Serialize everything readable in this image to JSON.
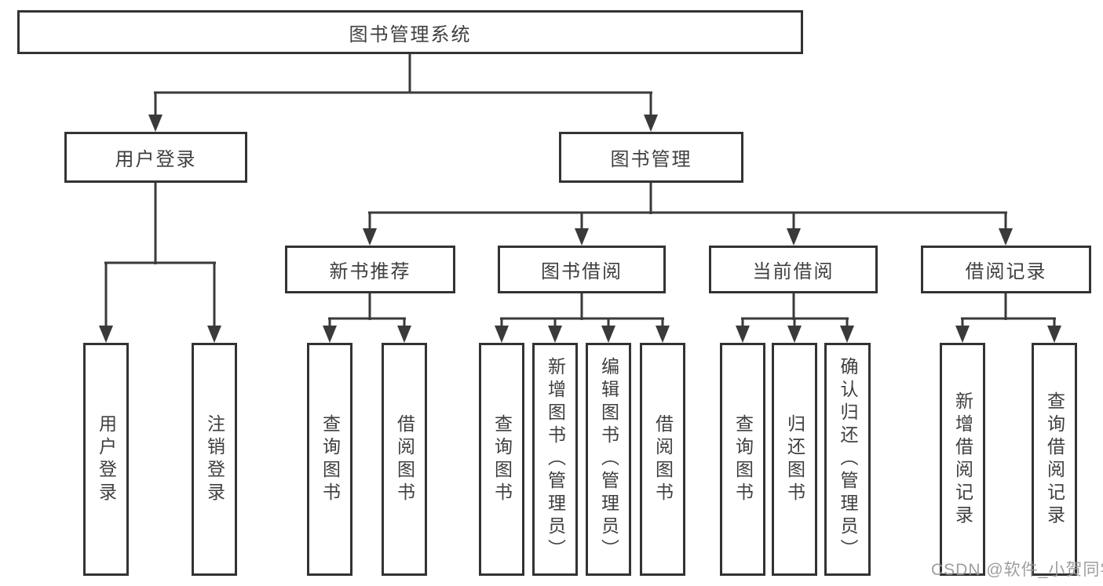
{
  "diagram": {
    "root": {
      "label": "图书管理系统"
    },
    "branches": [
      {
        "label": "用户登录",
        "children": [
          {
            "label": "用户登录"
          },
          {
            "label": "注销登录"
          }
        ]
      },
      {
        "label": "图书管理",
        "children": [
          {
            "label": "新书推荐",
            "children": [
              {
                "label": "查询图书"
              },
              {
                "label": "借阅图书"
              }
            ]
          },
          {
            "label": "图书借阅",
            "children": [
              {
                "label": "查询图书"
              },
              {
                "label": "新增图书（管理员）"
              },
              {
                "label": "编辑图书（管理员）"
              },
              {
                "label": "借阅图书"
              }
            ]
          },
          {
            "label": "当前借阅",
            "children": [
              {
                "label": "查询图书"
              },
              {
                "label": "归还图书"
              },
              {
                "label": "确认归还（管理员）"
              }
            ]
          },
          {
            "label": "借阅记录",
            "children": [
              {
                "label": "新增借阅记录"
              },
              {
                "label": "查询借阅记录"
              }
            ]
          }
        ]
      }
    ]
  },
  "watermark": {
    "text": "CSDN @软件_小贺同学"
  },
  "colors": {
    "line": "#3a3a3a",
    "box_border": "#333333",
    "text": "#3f3f3f",
    "watermark": "#969696",
    "background": "#ffffff"
  }
}
